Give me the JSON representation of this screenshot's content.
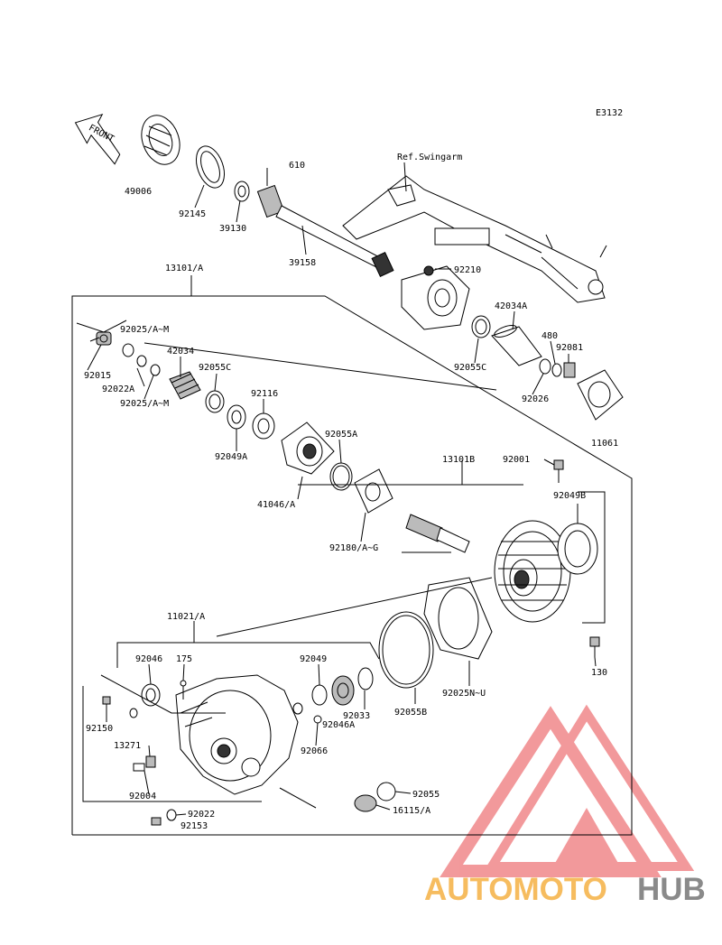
{
  "diagram": {
    "code": "E3132",
    "front_label": "FRONT",
    "ref_swingarm": "Ref.Swingarm",
    "parts": {
      "p49006": "49006",
      "p92145": "92145",
      "p39130": "39130",
      "p610": "610",
      "p39158": "39158",
      "p92210": "92210",
      "p13101A": "13101/A",
      "p92025AM_top": "92025/A~M",
      "p92015": "92015",
      "p92022A": "92022A",
      "p92025AM_bot": "92025/A~M",
      "p42034": "42034",
      "p92055C_left": "92055C",
      "p92116": "92116",
      "p92049A": "92049A",
      "p42034A": "42034A",
      "p480": "480",
      "p92081": "92081",
      "p92055C_right": "92055C",
      "p92026": "92026",
      "p11061": "11061",
      "p92055A": "92055A",
      "p41046A": "41046/A",
      "p13101B": "13101B",
      "p92001": "92001",
      "p92049B": "92049B",
      "p92180AG": "92180/A~G",
      "p11021A": "11021/A",
      "p130": "130",
      "p92046": "92046",
      "p175": "175",
      "p92049": "92049",
      "p92025NU": "92025N~U",
      "p92055B": "92055B",
      "p92033": "92033",
      "p92046A": "92046A",
      "p92150": "92150",
      "p92066": "92066",
      "p13271": "13271",
      "p92004": "92004",
      "p92055": "92055",
      "p92022": "92022",
      "p16115A": "16115/A",
      "p92153": "92153"
    }
  },
  "watermark": {
    "auto": "AUTOMOTO",
    "hub": "HUB",
    "colors": {
      "red": "#e8474a",
      "orange": "#f4a62a",
      "grey": "#6e6e6e"
    }
  }
}
